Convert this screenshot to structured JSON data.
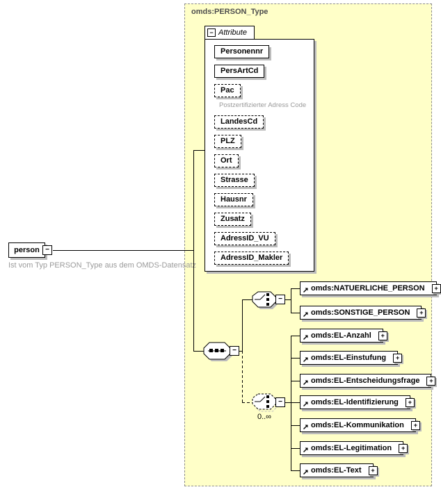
{
  "root": {
    "label": "person",
    "annotation": "Ist vom Typ PERSON_Type aus dem OMDS-Datensatz"
  },
  "type_box": {
    "label": "omds:PERSON_Type"
  },
  "glyphs": {
    "collapse": "−",
    "expand": "+"
  },
  "attribute_panel": {
    "header": "Attribute",
    "items": [
      {
        "label": "Personennr",
        "optional": false
      },
      {
        "label": "PersArtCd",
        "optional": false
      },
      {
        "label": "Pac",
        "optional": true,
        "annotation": "Postzertifizierter Adress Code"
      },
      {
        "label": "LandesCd",
        "optional": true
      },
      {
        "label": "PLZ",
        "optional": true
      },
      {
        "label": "Ort",
        "optional": true
      },
      {
        "label": "Strasse",
        "optional": true
      },
      {
        "label": "Hausnr",
        "optional": true
      },
      {
        "label": "Zusatz",
        "optional": true
      },
      {
        "label": "AdressID_VU",
        "optional": true
      },
      {
        "label": "AdressID_Makler",
        "optional": true
      }
    ]
  },
  "choice_group": {
    "elements": [
      {
        "label": "omds:NATUERLICHE_PERSON"
      },
      {
        "label": "omds:SONSTIGE_PERSON"
      }
    ]
  },
  "repeat_choice_group": {
    "occurrence": "0..∞",
    "elements": [
      {
        "label": "omds:EL-Anzahl"
      },
      {
        "label": "omds:EL-Einstufung"
      },
      {
        "label": "omds:EL-Entscheidungsfrage"
      },
      {
        "label": "omds:EL-Identifizierung"
      },
      {
        "label": "omds:EL-Kommunikation"
      },
      {
        "label": "omds:EL-Legitimation"
      },
      {
        "label": "omds:EL-Text"
      }
    ]
  },
  "colors": {
    "container_fill": "#ffffc8",
    "container_border": "#8c8c8c",
    "node_border": "#000000",
    "shadow": "#bcbcbc",
    "annotation_text": "#9a9a9a",
    "type_label_text": "#4d4d4d"
  }
}
